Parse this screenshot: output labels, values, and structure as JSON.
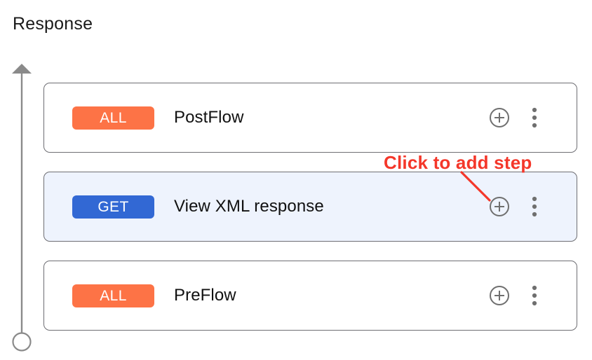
{
  "page": {
    "title": "Response"
  },
  "colors": {
    "badge_all": "#fd7346",
    "badge_get": "#3268d4",
    "card_border": "#6e6e73",
    "card_selected_bg": "#eef3fd",
    "axis": "#8a8a8a",
    "icon": "#6f6f6f",
    "annotation": "#f4372a",
    "title_text": "#1a1a1a"
  },
  "axis": {
    "arrow_direction": "up",
    "start_marker": "circle"
  },
  "annotation": {
    "text": "Click to add step",
    "points_to": "add-step-icon-view-xml-response"
  },
  "flow": {
    "steps": [
      {
        "badge": "ALL",
        "badge_type": "all",
        "label": "PostFlow",
        "selected": false,
        "add_icon": "plus-circle-icon",
        "menu_icon": "kebab-menu-icon"
      },
      {
        "badge": "GET",
        "badge_type": "get",
        "label": "View XML response",
        "selected": true,
        "add_icon": "plus-circle-icon",
        "menu_icon": "kebab-menu-icon"
      },
      {
        "badge": "ALL",
        "badge_type": "all",
        "label": "PreFlow",
        "selected": false,
        "add_icon": "plus-circle-icon",
        "menu_icon": "kebab-menu-icon"
      }
    ]
  }
}
